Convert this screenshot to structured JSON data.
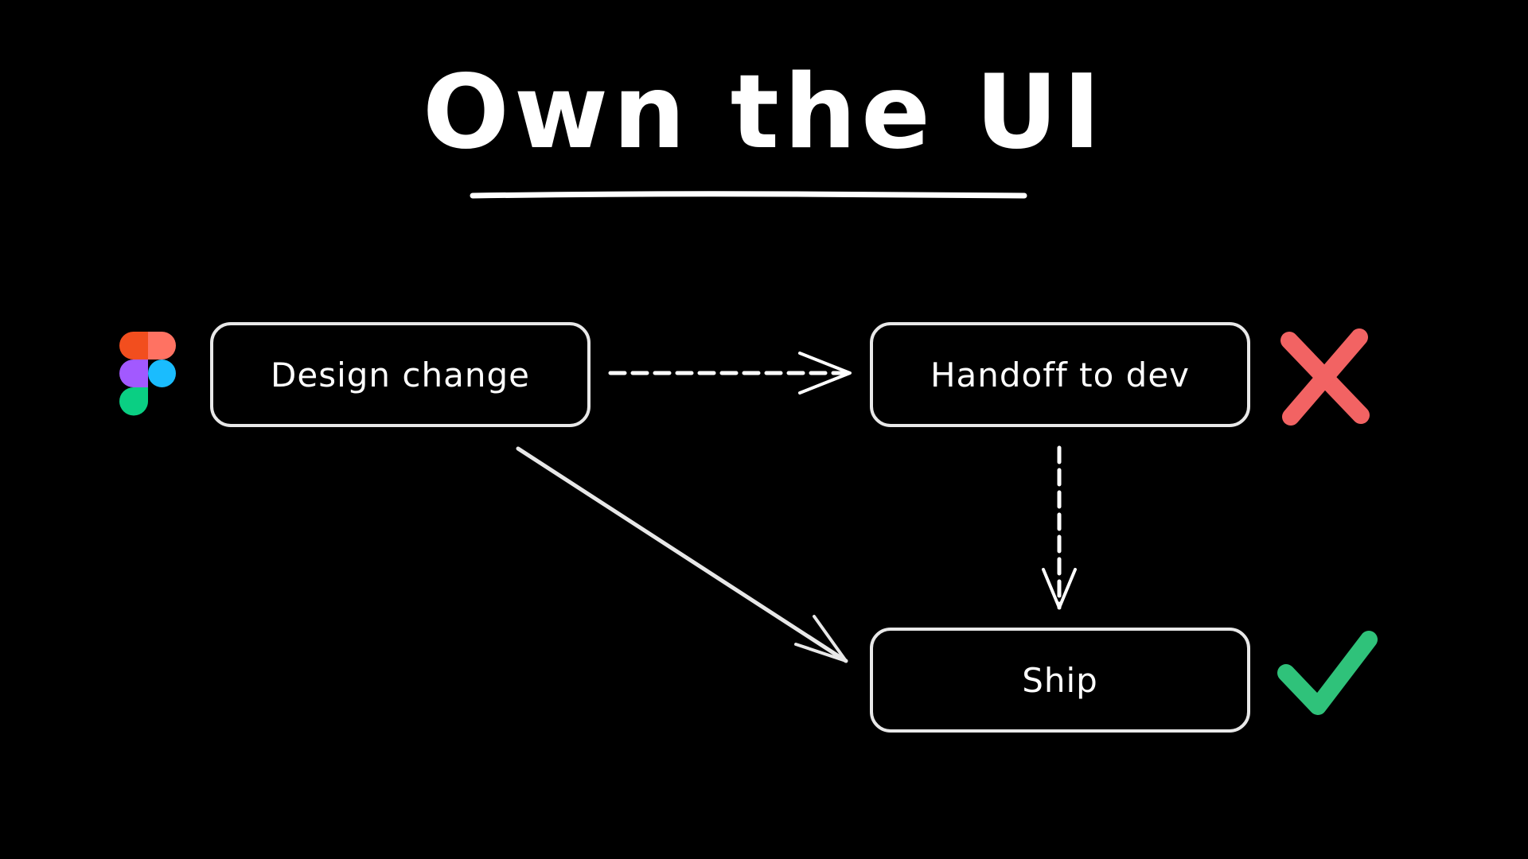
{
  "title": "Own the UI",
  "nodes": {
    "design": {
      "label": "Design change"
    },
    "handoff": {
      "label": "Handoff to dev"
    },
    "ship": {
      "label": "Ship"
    }
  },
  "icons": {
    "figma": "figma-logo-icon",
    "cross": "red-x-icon",
    "check": "green-check-icon"
  },
  "colors": {
    "background": "#000000",
    "stroke": "#e8e8e8",
    "cross": "#f26363",
    "check": "#2fc27a",
    "figma_red": "#f24e1e",
    "figma_orange": "#ff7262",
    "figma_purple": "#a259ff",
    "figma_blue": "#1abcfe",
    "figma_green": "#0acf83"
  }
}
